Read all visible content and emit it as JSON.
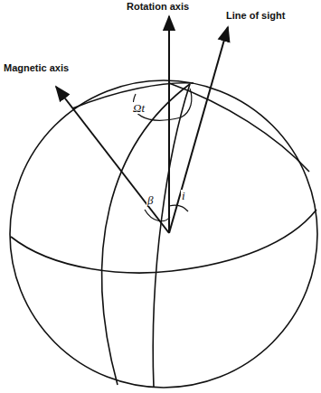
{
  "diagram": {
    "labels": [
      "Rotation axis",
      "Line of sight",
      "Magnetic axis",
      "Ωt",
      "β",
      "i"
    ]
  }
}
